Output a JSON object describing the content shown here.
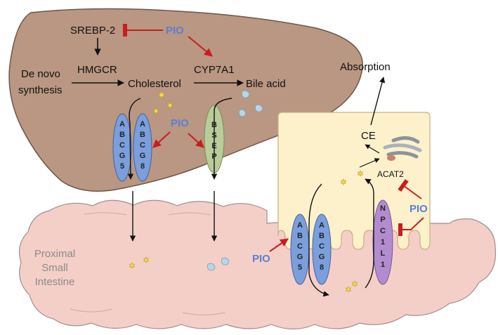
{
  "colors": {
    "liver": "#b99782",
    "intestine": "#f4cfc8",
    "enterocyte": "#fdf1cc",
    "pio_text": "#5b7fd6",
    "inhibit": "#c81e1e",
    "transporter_abcg": "#7b9fdc",
    "transporter_bsep": "#b9cc9a",
    "transporter_npc1l1": "#b38ccf",
    "cholesterol_star": "#f6d75a",
    "bile_drop": "#b9d5e6",
    "acat2": "#a9b3bb"
  },
  "icons": [
    "cholesterol-star-icon",
    "bile-acid-drop-icon",
    "acat2-enzyme-icon"
  ],
  "labels": {
    "srebp2": "SREBP-2",
    "pio": "PIO",
    "hmgcr": "HMGCR",
    "de_novo_line1": "De novo",
    "de_novo_line2": "synthesis",
    "cholesterol": "Cholesterol",
    "cyp7a1": "CYP7A1",
    "bile_acid": "Bile acid",
    "absorption": "Absorption",
    "ce": "CE",
    "acat2": "ACAT2",
    "intestine_line1": "Proximal",
    "intestine_line2": "Small",
    "intestine_line3": "Intestine"
  },
  "transporters": {
    "liver_abcg5": [
      "A",
      "B",
      "C",
      "G",
      "5"
    ],
    "liver_abcg8": [
      "A",
      "B",
      "C",
      "G",
      "8"
    ],
    "bsep": [
      "B",
      "S",
      "E",
      "P"
    ],
    "gut_abcg5": [
      "A",
      "B",
      "C",
      "G",
      "5"
    ],
    "gut_abcg8": [
      "A",
      "B",
      "C",
      "G",
      "8"
    ],
    "npc1l1": [
      "N",
      "P",
      "C",
      "1",
      "L",
      "1"
    ]
  }
}
